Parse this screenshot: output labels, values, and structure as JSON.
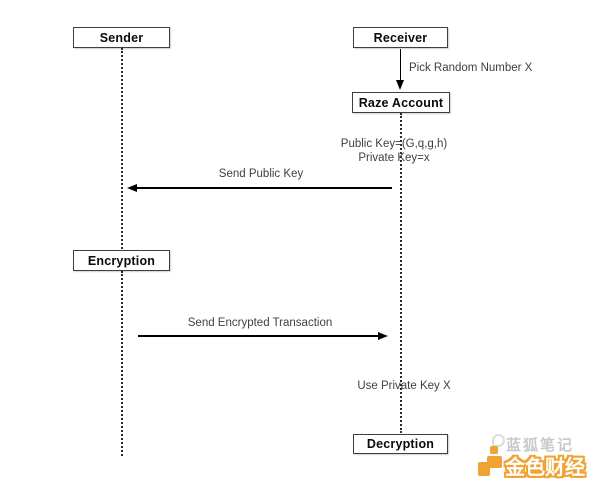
{
  "diagram": {
    "boxes": {
      "sender": "Sender",
      "receiver": "Receiver",
      "raze_account": "Raze Account",
      "encryption": "Encryption",
      "decryption": "Decryption"
    },
    "messages": {
      "pick_random": "Pick Random Number X",
      "public_key": "Public Key=(G,q,g,h)",
      "private_key": "Private Key=x",
      "send_public_key": "Send Public Key",
      "send_encrypted_transaction": "Send Encrypted Transaction",
      "use_private_key": "Use Private Key X"
    },
    "colors": {
      "background": "#ffffff",
      "line": "#000000",
      "box_border": "#3e3e3e",
      "label_text": "#3f3f3f"
    }
  },
  "watermark": {
    "lanhu_text": "蓝狐笔记",
    "jinse_text": "金色财经",
    "orange": "#f0a232",
    "gray": "#c9c9c9"
  }
}
